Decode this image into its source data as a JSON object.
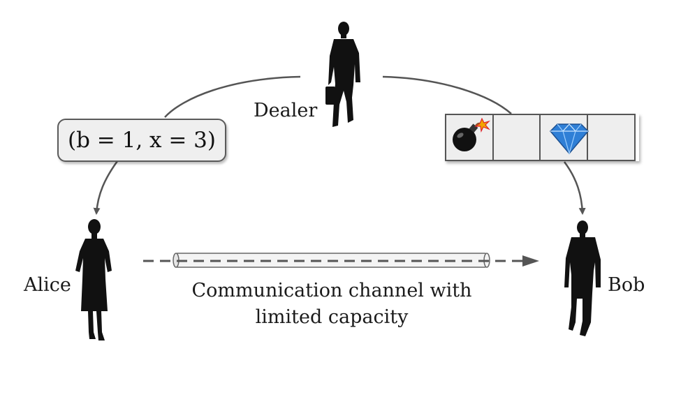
{
  "labels": {
    "dealer": "Dealer",
    "alice": "Alice",
    "bob": "Bob",
    "channel_caption": "Communication channel with limited capacity"
  },
  "message": {
    "text": "(b = 1, x = 3)"
  },
  "slots": [
    {
      "content": "bomb-icon"
    },
    {
      "content": "empty"
    },
    {
      "content": "diamond-icon"
    },
    {
      "content": "empty"
    }
  ],
  "colors": {
    "silhouette": "#111111",
    "arrow": "#555555",
    "box_fill": "#efefef",
    "diamond": "#2f7fd6"
  }
}
